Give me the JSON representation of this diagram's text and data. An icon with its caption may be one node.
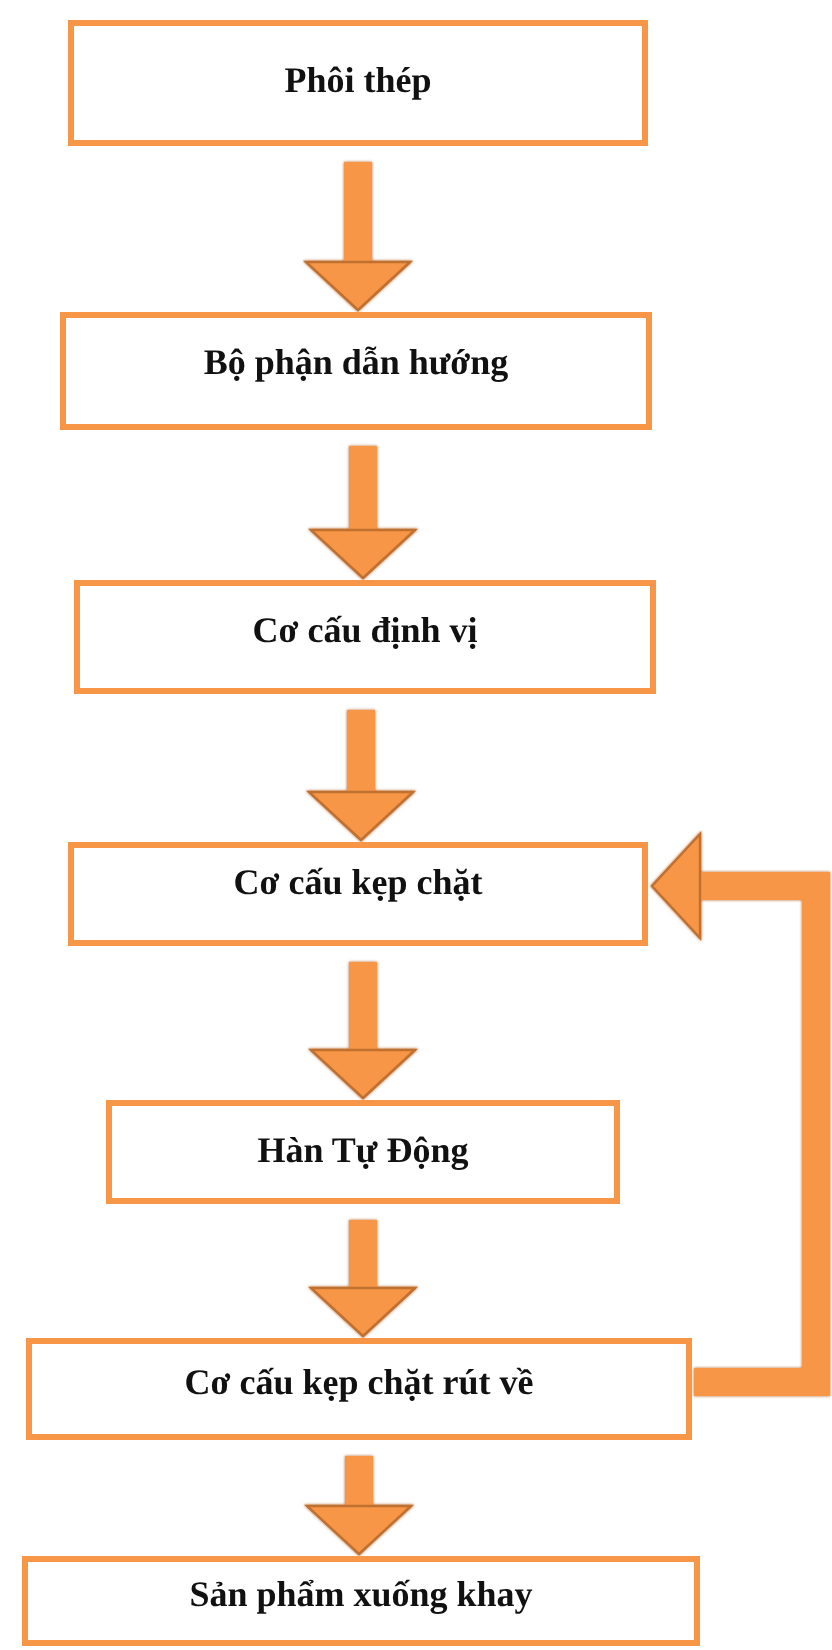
{
  "diagram": {
    "nodes": [
      {
        "text": [
          "Phôi thép"
        ]
      },
      {
        "text": [
          "Bộ phận dẫn hướng"
        ]
      },
      {
        "text": [
          "Cơ cấu định vị"
        ]
      },
      {
        "text": [
          "Cơ cấu kẹp chặt"
        ]
      },
      {
        "text": [
          "Hàn Tự Động"
        ]
      },
      {
        "text": [
          "Cơ cấu kẹp chặt rút về"
        ]
      },
      {
        "text": [
          "Sản phẩm xuống khay"
        ]
      }
    ],
    "edges": [
      {
        "from": 0,
        "to": 1,
        "arrow": "to"
      },
      {
        "from": 1,
        "to": 2,
        "arrow": "to"
      },
      {
        "from": 2,
        "to": 3,
        "arrow": "to"
      },
      {
        "from": 3,
        "to": 4,
        "arrow": "to"
      },
      {
        "from": 4,
        "to": 5,
        "arrow": "to"
      },
      {
        "from": 5,
        "to": 6,
        "arrow": "to"
      },
      {
        "from": 5,
        "to": 3,
        "arrow": "to"
      }
    ]
  }
}
